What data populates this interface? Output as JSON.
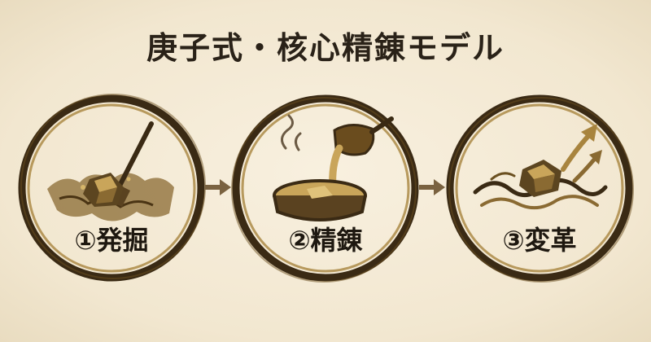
{
  "title": "庚子式・核心精錬モデル",
  "steps": [
    {
      "label": "①発掘",
      "icon": "digging-shovel-ore-icon"
    },
    {
      "label": "②精錬",
      "icon": "pouring-crucible-icon"
    },
    {
      "label": "③変革",
      "icon": "rising-ore-arrows-icon"
    }
  ],
  "colors": {
    "background": "#f5ecd9",
    "ink": "#2a2218",
    "gold": "#9a7a3a",
    "ring_dark": "#3a2a14"
  }
}
